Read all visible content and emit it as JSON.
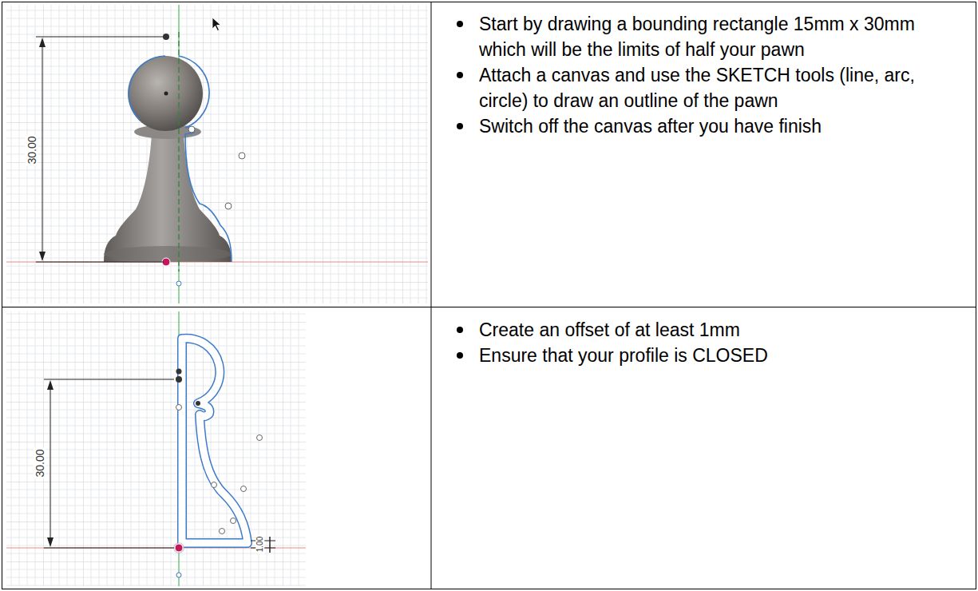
{
  "diagram": {
    "nodes": [
      {
        "text": [
          "Start by drawing a bounding rectangle 15mm x 30mm which will be the limits of half your pawn",
          "Attach a canvas and use the SKETCH tools (line, arc, circle) to draw an outline of the pawn",
          "Switch off the canvas after you have finish"
        ]
      },
      {
        "text": [
          "Create an offset of at least 1mm",
          "Ensure that your profile is CLOSED"
        ]
      }
    ],
    "labels": [
      "30.00",
      "30.00",
      "1.00"
    ]
  }
}
